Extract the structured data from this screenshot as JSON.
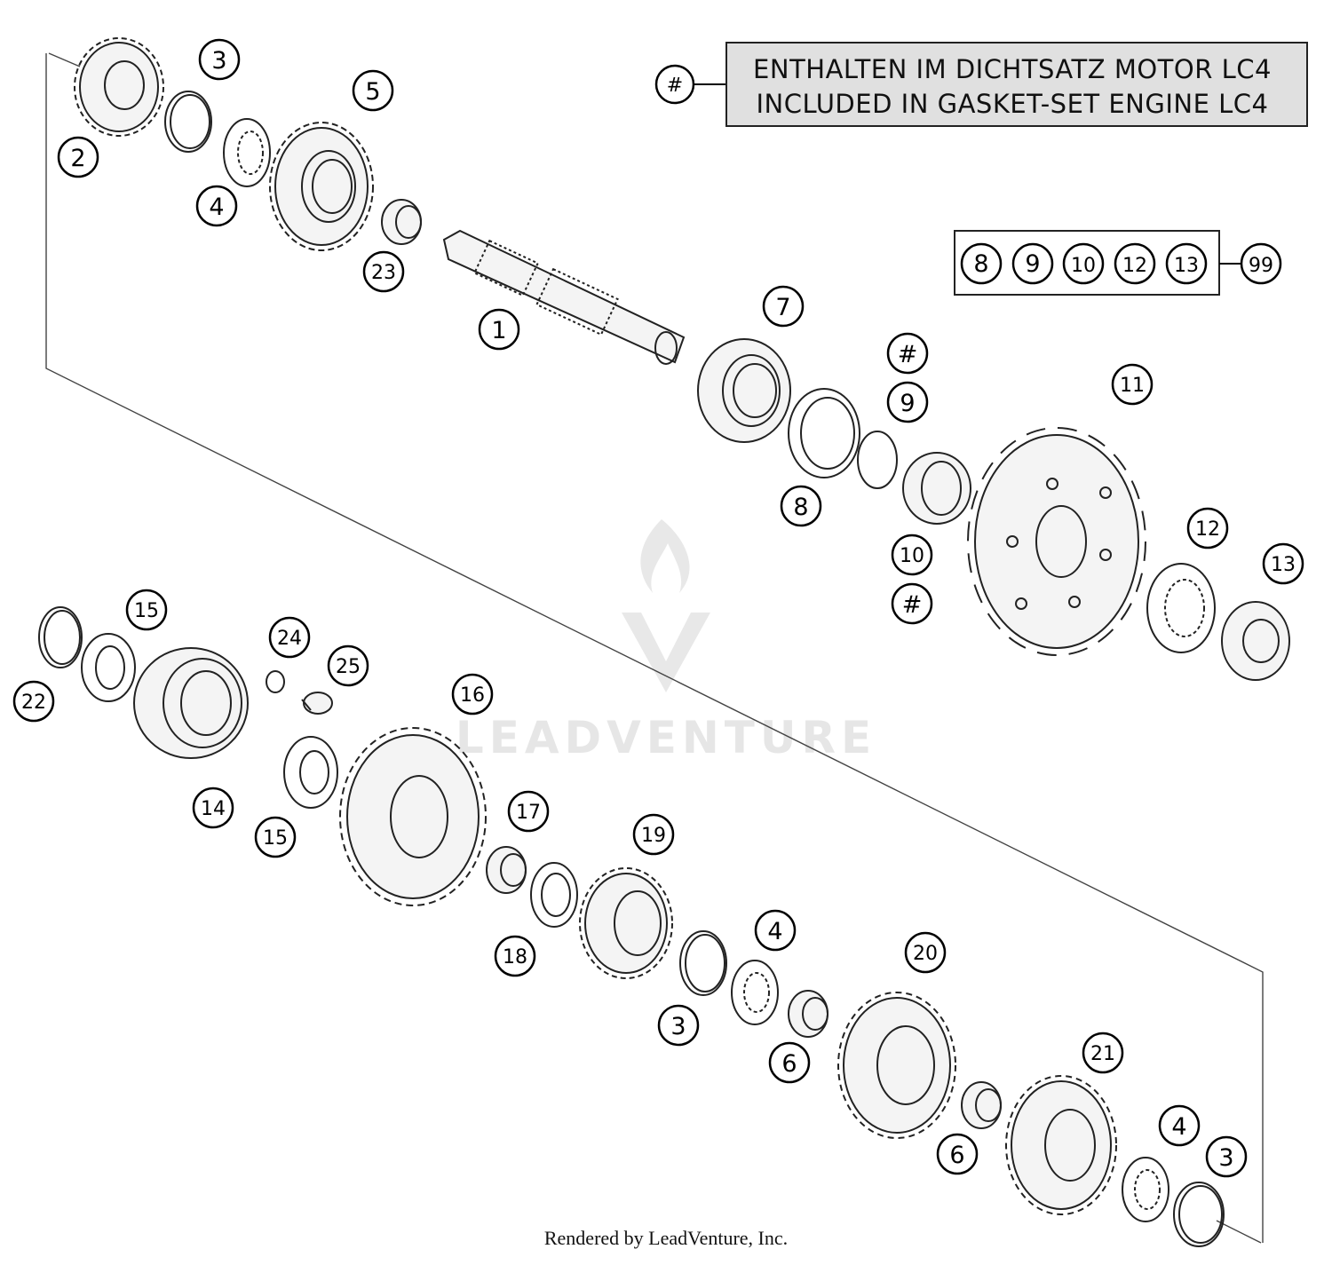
{
  "legend": {
    "symbol": "#",
    "line1": "ENTHALTEN IM DICHTSATZ MOTOR LC4",
    "line2": "INCLUDED IN GASKET-SET ENGINE LC4"
  },
  "kit": {
    "members": [
      "8",
      "9",
      "10",
      "12",
      "13"
    ],
    "result": "99"
  },
  "callouts": [
    {
      "id": "c1",
      "label": "1"
    },
    {
      "id": "c2",
      "label": "2"
    },
    {
      "id": "c3a",
      "label": "3"
    },
    {
      "id": "c4a",
      "label": "4"
    },
    {
      "id": "c5",
      "label": "5"
    },
    {
      "id": "c23",
      "label": "23"
    },
    {
      "id": "c7",
      "label": "7"
    },
    {
      "id": "c8",
      "label": "8"
    },
    {
      "id": "chash1",
      "label": "#"
    },
    {
      "id": "c9",
      "label": "9"
    },
    {
      "id": "c10",
      "label": "10"
    },
    {
      "id": "chash2",
      "label": "#"
    },
    {
      "id": "c11",
      "label": "11"
    },
    {
      "id": "c12",
      "label": "12"
    },
    {
      "id": "c13",
      "label": "13"
    },
    {
      "id": "c15a",
      "label": "15"
    },
    {
      "id": "c22",
      "label": "22"
    },
    {
      "id": "c24",
      "label": "24"
    },
    {
      "id": "c25",
      "label": "25"
    },
    {
      "id": "c14",
      "label": "14"
    },
    {
      "id": "c15b",
      "label": "15"
    },
    {
      "id": "c16",
      "label": "16"
    },
    {
      "id": "c17",
      "label": "17"
    },
    {
      "id": "c18",
      "label": "18"
    },
    {
      "id": "c19",
      "label": "19"
    },
    {
      "id": "c4b",
      "label": "4"
    },
    {
      "id": "c3b",
      "label": "3"
    },
    {
      "id": "c6a",
      "label": "6"
    },
    {
      "id": "c20",
      "label": "20"
    },
    {
      "id": "c6b",
      "label": "6"
    },
    {
      "id": "c21",
      "label": "21"
    },
    {
      "id": "c4c",
      "label": "4"
    },
    {
      "id": "c3c",
      "label": "3"
    }
  ],
  "watermark": "LEADVENTURE",
  "footer": "Rendered by LeadVenture, Inc."
}
